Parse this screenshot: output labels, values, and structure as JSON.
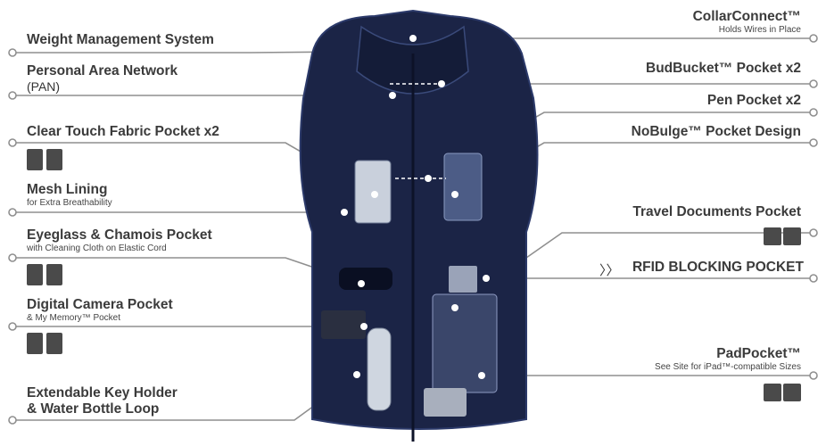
{
  "labels_left": [
    {
      "title": "Weight Management System",
      "sub": ""
    },
    {
      "title": "Personal Area Network",
      "sub": "(PAN)"
    },
    {
      "title": "Clear Touch Fabric Pocket x2",
      "sub": ""
    },
    {
      "title": "Mesh Lining",
      "sub": "for Extra Breathability"
    },
    {
      "title": "Eyeglass & Chamois Pocket",
      "sub": "with Cleaning Cloth on Elastic Cord"
    },
    {
      "title": "Digital Camera Pocket",
      "sub": "& My Memory™ Pocket"
    },
    {
      "title": "Extendable Key Holder",
      "sub": "& Water Bottle Loop"
    }
  ],
  "labels_right": [
    {
      "title": "CollarConnect™",
      "sub": "Holds Wires in Place"
    },
    {
      "title": "BudBucket™ Pocket x2",
      "sub": ""
    },
    {
      "title": "Pen Pocket x2",
      "sub": ""
    },
    {
      "title": "NoBulge™ Pocket Design",
      "sub": ""
    },
    {
      "title": "Travel Documents Pocket",
      "sub": ""
    },
    {
      "title": "RFID BLOCKING POCKET",
      "sub": ""
    },
    {
      "title": "PadPocket™",
      "sub": "See Site for iPad™-compatible Sizes"
    }
  ],
  "icons": {
    "clear_touch": [
      "phone-icon",
      "music-player-icon"
    ],
    "eyeglass": [
      "glasses-icon",
      "cloth-icon"
    ],
    "camera": [
      "camera-icon",
      "memory-card-icon"
    ],
    "travel": [
      "passport-icon",
      "boarding-pass-icon"
    ],
    "pad": [
      "tablet-icon",
      "ereader-icon"
    ],
    "rfid": "rfid-icon"
  },
  "colors": {
    "vest": "#1a2345",
    "line": "#8a8a8a",
    "text": "#3b3b3b"
  }
}
